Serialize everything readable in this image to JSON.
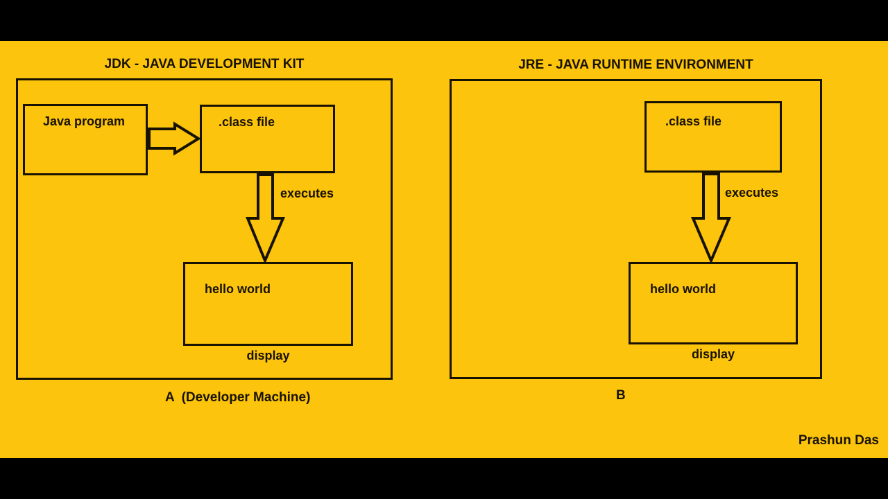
{
  "colors": {
    "background": "#FCC40D",
    "letterbox": "#000000",
    "line": "#181200"
  },
  "left_panel": {
    "title": "JDK - JAVA DEVELOPMENT KIT",
    "java_program_label": "Java program",
    "class_file_label": ".class file",
    "executes_label": "executes",
    "hello_world_label": "hello world",
    "display_label": "display",
    "caption": "A  (Developer Machine)"
  },
  "right_panel": {
    "title": "JRE - JAVA RUNTIME ENVIRONMENT",
    "class_file_label": ".class file",
    "executes_label": "executes",
    "hello_world_label": "hello world",
    "display_label": "display",
    "caption": "B"
  },
  "watermark": "Prashun Das"
}
